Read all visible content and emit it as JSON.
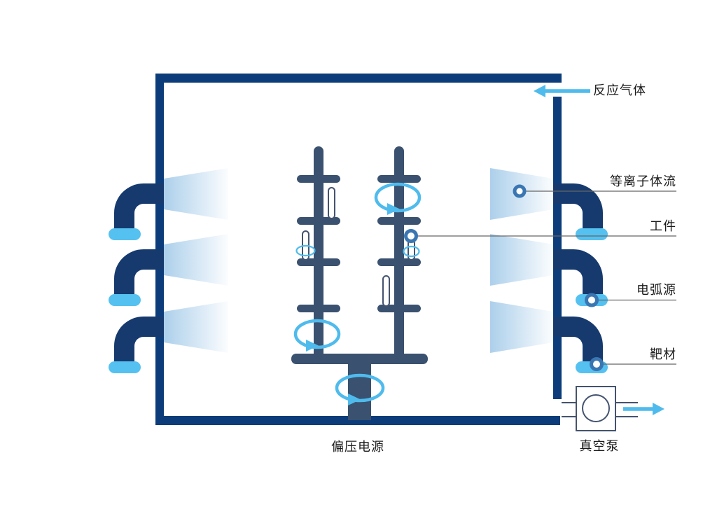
{
  "labels": {
    "reactive_gas": "反应气体",
    "plasma_flow": "等离子体流",
    "workpiece": "工件",
    "arc_source": "电弧源",
    "target_material": "靶材",
    "bias_power": "偏压电源",
    "vacuum_pump": "真空泵"
  },
  "colors": {
    "wall_navy": "#0c3d7a",
    "elbow_navy": "#163a6e",
    "rack_slate": "#3a516f",
    "accent_light_blue": "#4fbbed",
    "cap_blue": "#55c1f0",
    "marker_ring_blue": "#3a76b2",
    "cone_blue": "#a8cdea",
    "outline_slate": "#44536f",
    "pointer_line_gray": "#666666",
    "label_text": "#1b1b1b"
  }
}
